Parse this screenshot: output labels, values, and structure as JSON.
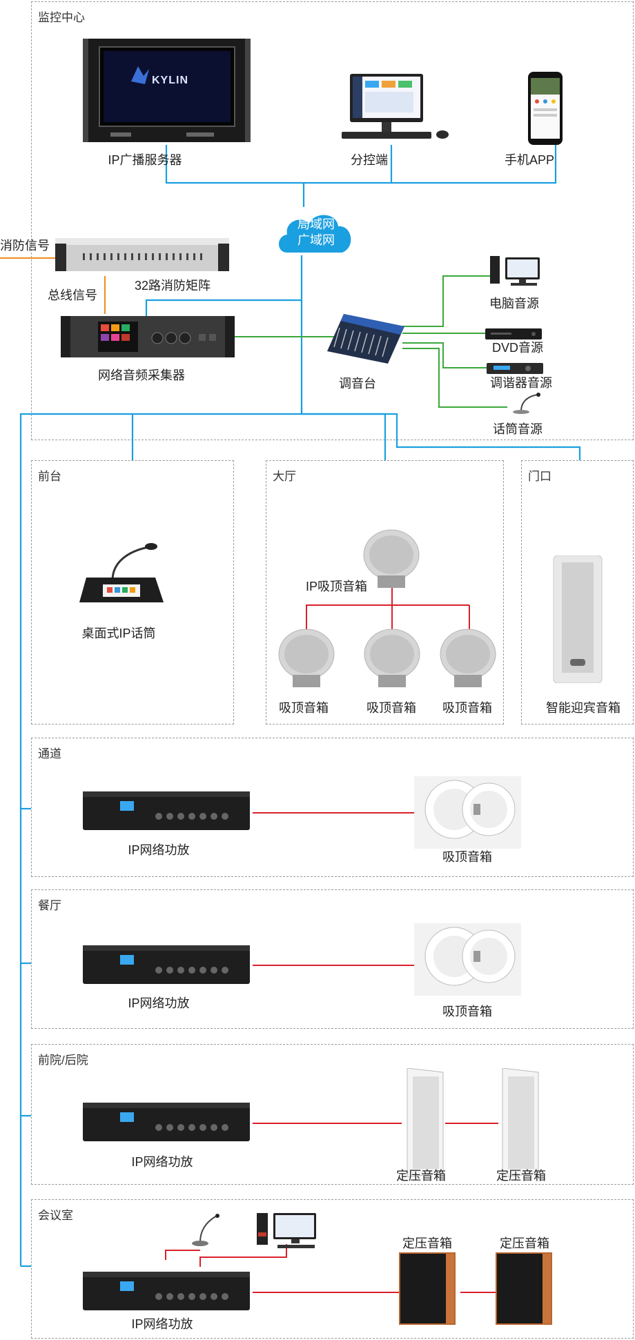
{
  "zones": {
    "monitoring": "监控中心",
    "front_desk": "前台",
    "lobby": "大厅",
    "entrance": "门口",
    "corridor": "通道",
    "restaurant": "餐厅",
    "courtyard": "前院/后院",
    "meeting_room": "会议室"
  },
  "cloud": {
    "line1": "局域网",
    "line2": "广域网"
  },
  "devices": {
    "ip_server": "IP广播服务器",
    "server_logo": "KYLIN",
    "control_pc": "分控端",
    "mobile_app": "手机APP",
    "fire_signal": "消防信号",
    "fire_matrix": "32路消防矩阵",
    "bus_signal": "总线信号",
    "audio_collector": "网络音频采集器",
    "mixer": "调音台",
    "pc_source": "电脑音源",
    "dvd_source": "DVD音源",
    "tuner_source": "调谐器音源",
    "mic_source": "话筒音源",
    "desktop_mic": "桌面式IP话筒",
    "ip_ceiling_speaker": "IP吸顶音箱",
    "ceiling_speaker": "吸顶音箱",
    "welcome_speaker": "智能迎宾音箱",
    "ip_amplifier": "IP网络功放",
    "fixed_voltage_speaker": "定压音箱"
  },
  "colors": {
    "network": "#1a9fe0",
    "audio": "#3aa83a",
    "speaker_line": "#d9202a",
    "signal": "#f08c1e"
  }
}
